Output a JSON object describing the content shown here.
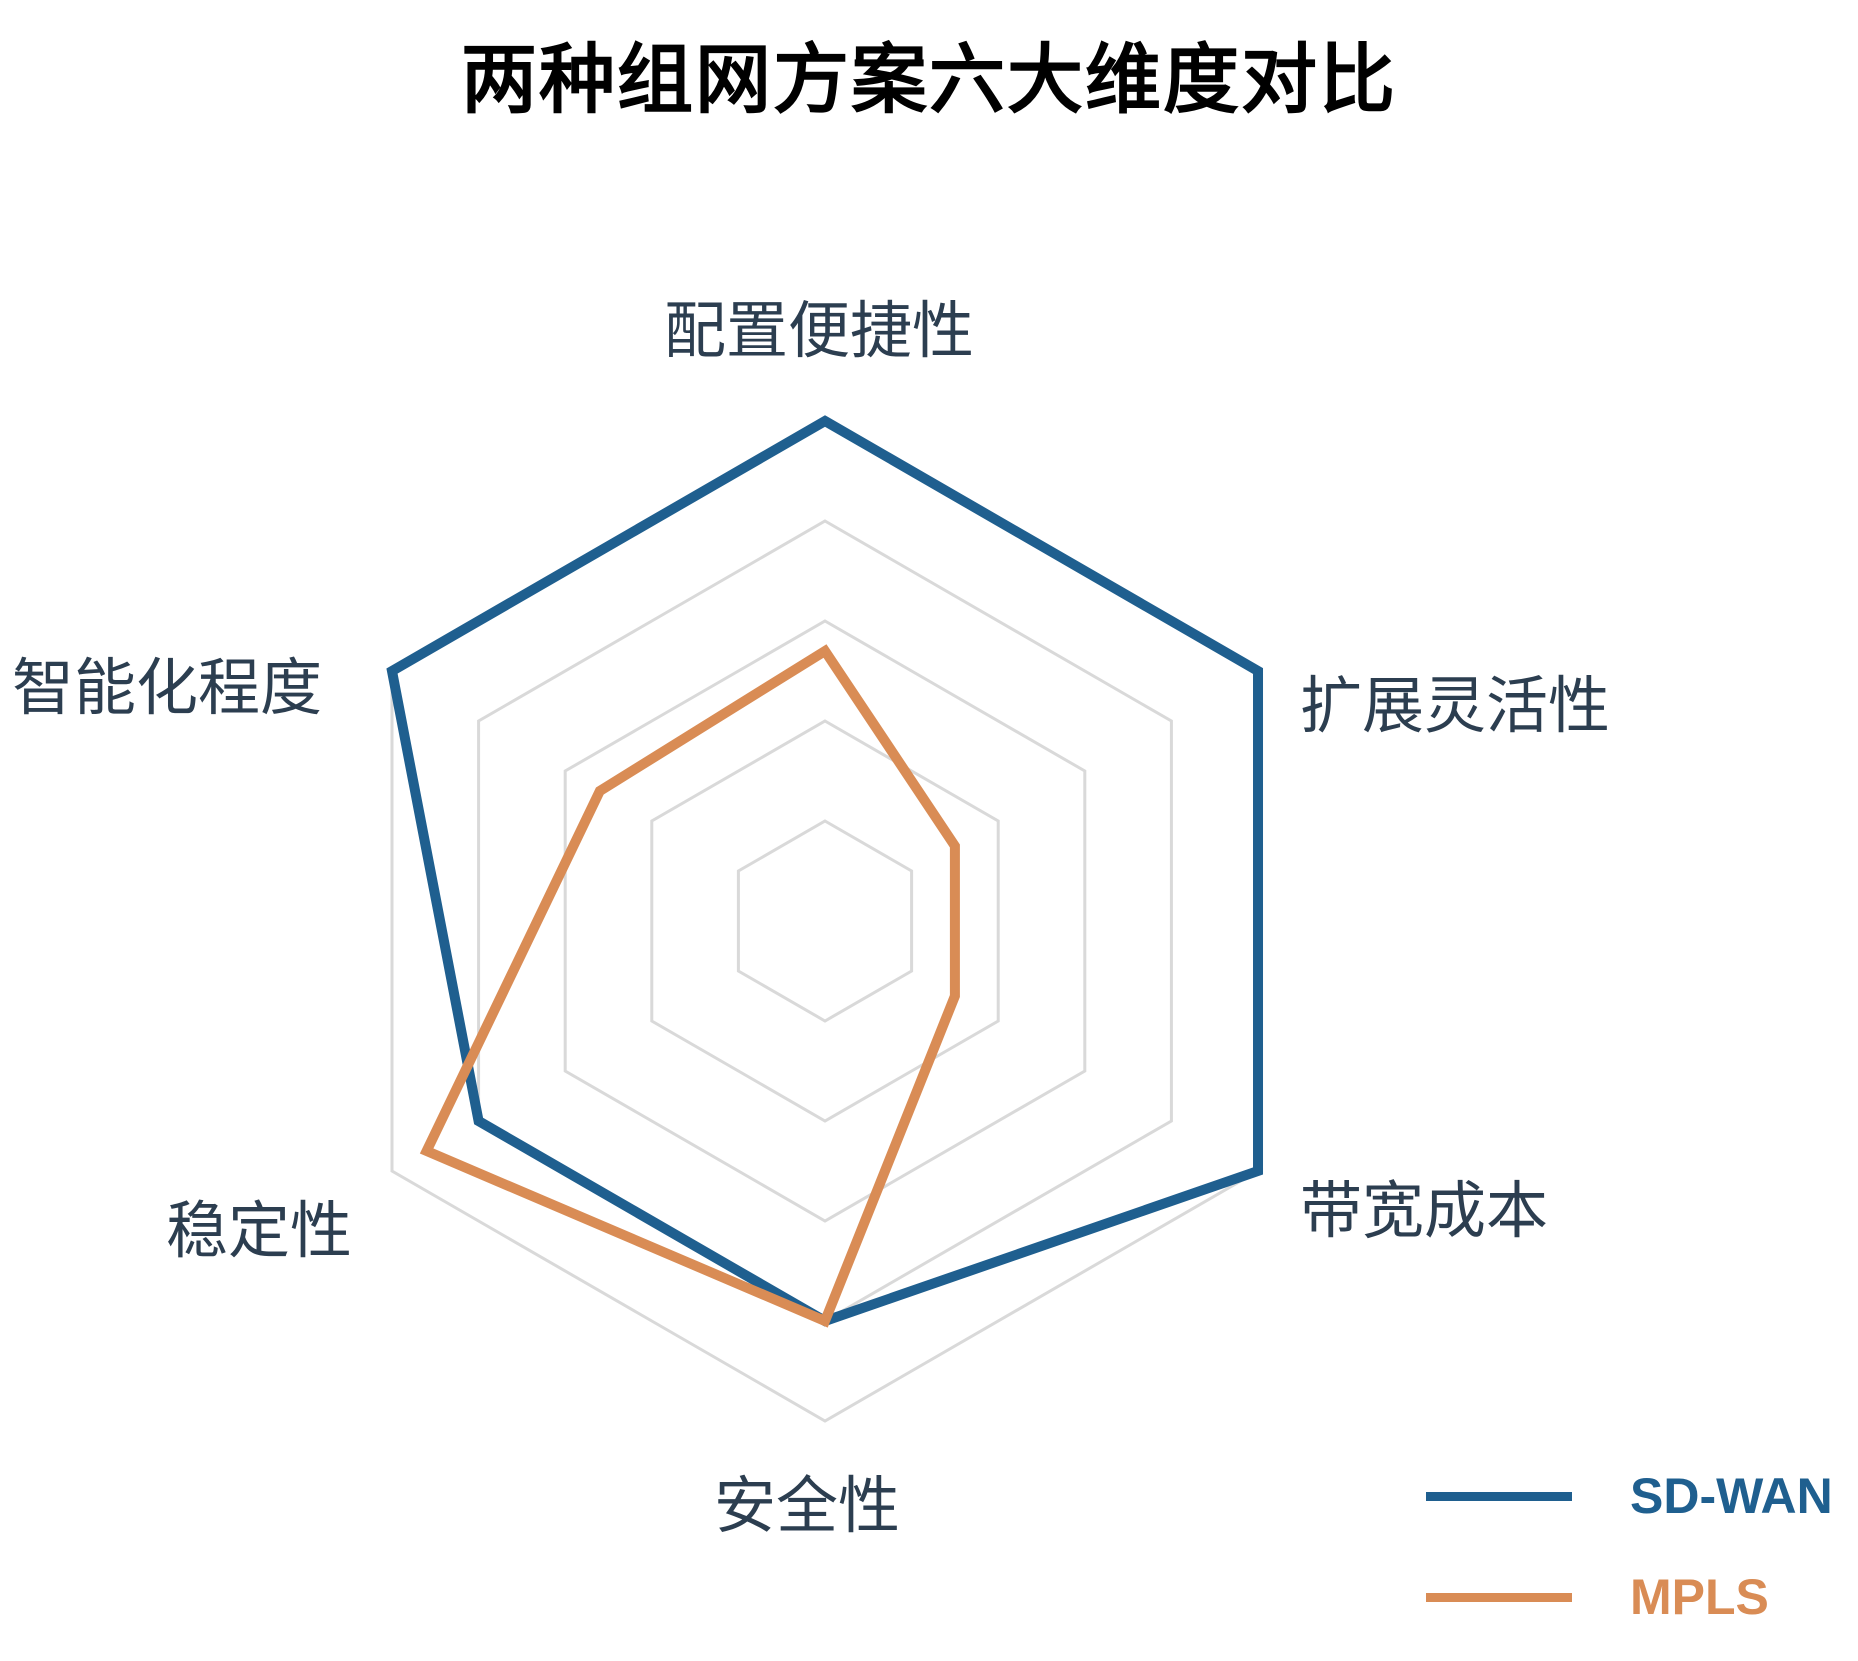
{
  "title": "两种组网方案六大维度对比",
  "colors": {
    "sdwan": "#1f5f8f",
    "mpls": "#d98c55",
    "grid": "#d9d9d9",
    "label": "#2c3e50"
  },
  "legend": [
    {
      "label": "SD-WAN",
      "color": "#1f5f8f"
    },
    {
      "label": "MPLS",
      "color": "#d98c55"
    }
  ],
  "axes": [
    "配置便捷性",
    "扩展灵活性",
    "带宽成本",
    "安全性",
    "稳定性",
    "智能化程度"
  ],
  "chart_data": {
    "type": "radar",
    "title": "两种组网方案六大维度对比",
    "categories": [
      "配置便捷性",
      "扩展灵活性",
      "带宽成本",
      "安全性",
      "稳定性",
      "智能化程度"
    ],
    "series": [
      {
        "name": "SD-WAN",
        "values": [
          5,
          5,
          5,
          4,
          4,
          5
        ]
      },
      {
        "name": "MPLS",
        "values": [
          2.7,
          1.5,
          1.5,
          4,
          4.6,
          2.6
        ]
      }
    ],
    "rmax": 5,
    "grid_levels": 5,
    "legend_position": "bottom-right"
  }
}
